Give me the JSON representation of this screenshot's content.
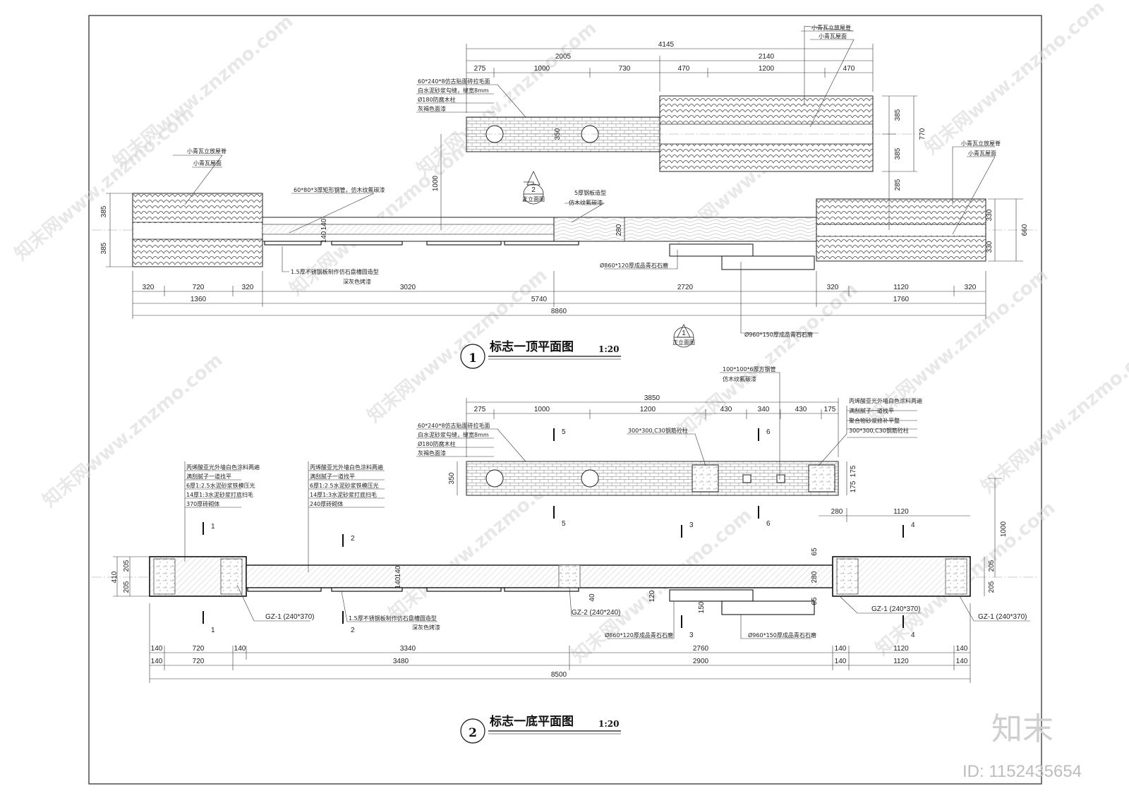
{
  "plan1": {
    "title": "标志一顶平面图",
    "scale": "1:20",
    "num": "1",
    "dims_top": [
      "4145",
      "2005",
      "2140",
      "275",
      "1000",
      "730",
      "470",
      "1200",
      "470"
    ],
    "dims_right_top": [
      "385",
      "385",
      "770"
    ],
    "dims_left": [
      "385",
      "385"
    ],
    "dims_right": [
      "330",
      "330",
      "660"
    ],
    "dims_mid": [
      "1000",
      "280",
      "140",
      "140",
      "350"
    ],
    "dims_bottom": [
      "320",
      "720",
      "320",
      "3020",
      "2720",
      "320",
      "1120",
      "320",
      "1360",
      "5740",
      "1760",
      "8860"
    ],
    "notes": {
      "brick": [
        "60*240*8仿古贴面砖拉毛面",
        "白水泥砂浆勾缝，缝宽8mm",
        "Ø180防腐木柱",
        "灰褐色面漆"
      ],
      "tile_left": [
        "小青瓦立放屋脊",
        "小青瓦屋面"
      ],
      "tile_top": [
        "小青瓦立放屋脊",
        "小青瓦屋面"
      ],
      "tile_right": [
        "小青瓦立放屋脊",
        "小青瓦屋面"
      ],
      "beam": "60*80*3厚矩形钢管，仿木纹氟碳漆",
      "steel_plate": "5厚钢板造型",
      "steel_plate2": "仿木纹氟碳漆",
      "sign_plate": "1.5厚不锈钢板制作仿石盘槽圆造型",
      "sign_plate2": "深灰色烤漆",
      "stone1": "Ø860*120厚成品青石石磨",
      "stone2": "Ø960*150厚成品青石石磨"
    },
    "symbol_a": {
      "n": "2",
      "t": "正立面图"
    },
    "symbol_b": {
      "n": "1",
      "t": "正立面图"
    }
  },
  "plan2": {
    "title": "标志一底平面图",
    "scale": "1:20",
    "num": "2",
    "dims_top": [
      "3850",
      "275",
      "1000",
      "1200",
      "430",
      "340",
      "430",
      "175"
    ],
    "dims_top_small": [
      "175",
      "175",
      "350"
    ],
    "dims_right": [
      "280",
      "1120",
      "1000"
    ],
    "dims_left": [
      "410",
      "205",
      "205"
    ],
    "dims_right_b": [
      "205",
      "205"
    ],
    "dims_mid": [
      "140",
      "140",
      "280",
      "65",
      "120",
      "40",
      "150",
      "65"
    ],
    "dims_bottom1": [
      "140",
      "720",
      "140",
      "3340",
      "2760",
      "140",
      "1120",
      "140"
    ],
    "dims_bottom2": [
      "140",
      "720",
      "3480",
      "2900",
      "140",
      "1120",
      "140"
    ],
    "dims_total": "8500",
    "notes": {
      "brick": [
        "60*240*8仿古贴面砖拉毛面",
        "白水泥砂浆勾缝，缝宽8mm",
        "Ø180防腐木柱",
        "灰褐色面漆"
      ],
      "steel_tube": [
        "100*100*6厚方钢管",
        "仿木纹氟碳漆"
      ],
      "col300": "300*300,C30钢筋砼柱",
      "right_layers": [
        "丙烯酸亚光外墙白色涂料两遍",
        "满刮腻子一道找平",
        "聚合物砂浆修补平整",
        "300*300,C30钢筋砼柱"
      ],
      "left_layers": [
        "丙烯酸亚光外墙白色涂料两遍",
        "满刮腻子一道找平",
        "6厚1:2.5水泥砂浆铁模压光",
        "14厚1:3水泥砂浆打底扫毛",
        "370厚砖砌体"
      ],
      "mid_layers": [
        "丙烯酸亚光外墙白色涂料两遍",
        "满刮腻子一道找平",
        "6厚1:2.5水泥砂浆铁模压光",
        "14厚1:3水泥砂浆打底扫毛",
        "240厚砖砌体"
      ],
      "gz1": "GZ-1 (240*370)",
      "gz2": "GZ-2 (240*240)",
      "gz1r": "GZ-1 (240*370)",
      "gz1rr": "GZ-1 (240*370)",
      "sign_plate": "1.5厚不锈钢板制作仿石盘槽圆造型",
      "sign_plate2": "深灰色烤漆",
      "stone1": "Ø860*120厚成品青石石磨",
      "stone2": "Ø960*150厚成品青石石磨"
    },
    "sections": [
      "1",
      "1",
      "2",
      "2",
      "3",
      "3",
      "4",
      "4",
      "5",
      "5",
      "6",
      "6"
    ]
  },
  "watermark": {
    "text": "知末网www.znzmo.com",
    "brand": "知末",
    "id": "ID: 1152435654"
  }
}
